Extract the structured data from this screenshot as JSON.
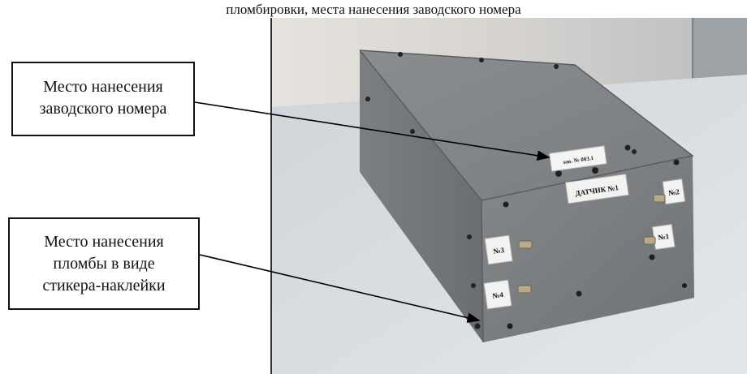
{
  "caption": "пломбировки, места нанесения заводского номера",
  "callouts": [
    {
      "lines": [
        "Место нанесения",
        "заводского номера"
      ]
    },
    {
      "lines": [
        "Место нанесения",
        "пломбы в виде",
        "стикера-наклейки"
      ]
    }
  ],
  "device": {
    "plate_text": "ДАТЧИК №1",
    "serial_label_text": "зав. № 003.1",
    "port_labels": [
      "№1",
      "№2",
      "№3",
      "№4"
    ],
    "body_color": "#7e8286"
  }
}
